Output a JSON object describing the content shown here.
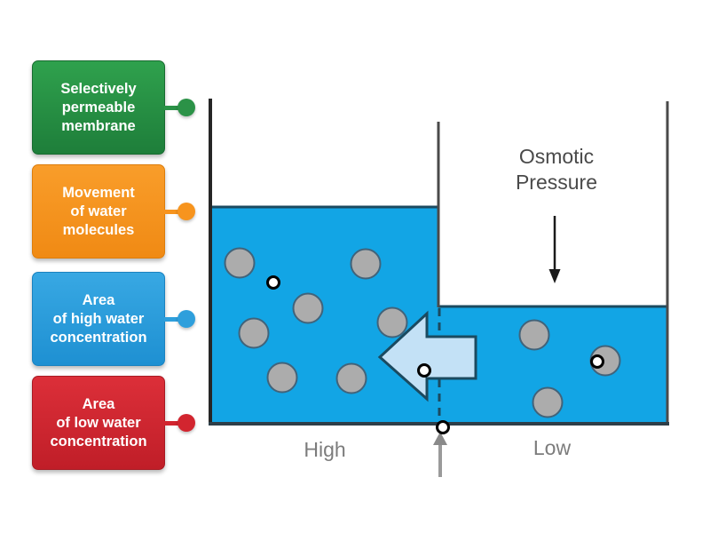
{
  "labels": [
    {
      "id": "selectively-permeable-membrane",
      "text": "Selectively\npermeable\nmembrane",
      "color": "#2b9247"
    },
    {
      "id": "movement-of-water-molecules",
      "text": "Movement\nof water\nmolecules",
      "color": "#f7941e"
    },
    {
      "id": "area-of-high-water-concentration",
      "text": "Area\nof high water\nconcentration",
      "color": "#2e9fdc"
    },
    {
      "id": "area-of-low-water-concentration",
      "text": "Area\nof low water\nconcentration",
      "color": "#d2252f"
    }
  ],
  "diagram": {
    "osmotic_line1": "Osmotic",
    "osmotic_line2": "Pressure",
    "high_label": "High",
    "low_label": "Low",
    "water_color": "#12a5e5",
    "arrow_fill": "#c3e1f6",
    "outline_color": "#1b4a60",
    "molecule_fill": "#acacac",
    "molecule_stroke": "#41637a",
    "wall_color": "#4a4a4a",
    "text_color": "#4a4a4a",
    "axis_text_color": "#7c7c7c"
  }
}
